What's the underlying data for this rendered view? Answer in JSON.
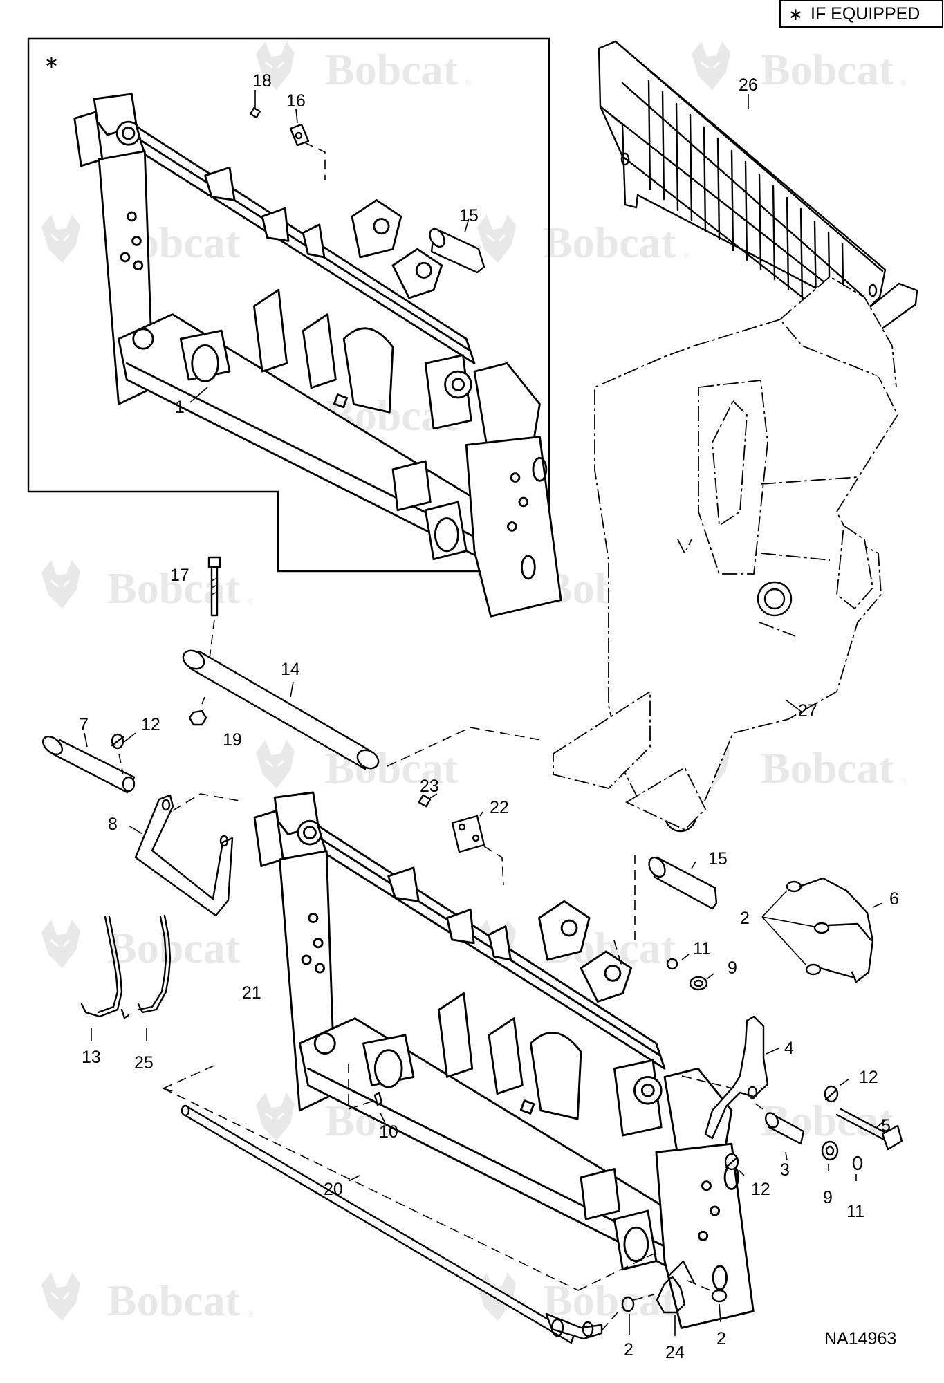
{
  "legend": {
    "star": "∗",
    "text": "IF EQUIPPED"
  },
  "inset": {
    "marker": "∗"
  },
  "watermark": {
    "text": "Bobcat",
    "mark": "®"
  },
  "drawing_id": "NA14963",
  "callouts": {
    "c1": "1",
    "c2a": "2",
    "c2b": "2",
    "c2c": "2",
    "c3": "3",
    "c4": "4",
    "c5": "5",
    "c6": "6",
    "c7": "7",
    "c8": "8",
    "c9a": "9",
    "c9b": "9",
    "c10": "10",
    "c11a": "11",
    "c11b": "11",
    "c12a": "12",
    "c12b": "12",
    "c12c": "12",
    "c13": "13",
    "c14": "14",
    "c15a": "15",
    "c15b": "15",
    "c16": "16",
    "c17": "17",
    "c18": "18",
    "c19": "19",
    "c20": "20",
    "c21": "21",
    "c22": "22",
    "c23": "23",
    "c24": "24",
    "c25": "25",
    "c26": "26",
    "c27": "27"
  },
  "icons": {
    "bobcat_logo": "bobcat-logo-icon",
    "frame": "attachment-frame-icon",
    "boom": "boom-icon",
    "guard": "grille-guard-icon",
    "chain": "chain-icon",
    "pin": "pin-icon"
  },
  "colors": {
    "ink": "#000000",
    "watermark": "#e8e8e8",
    "paper": "#ffffff"
  }
}
